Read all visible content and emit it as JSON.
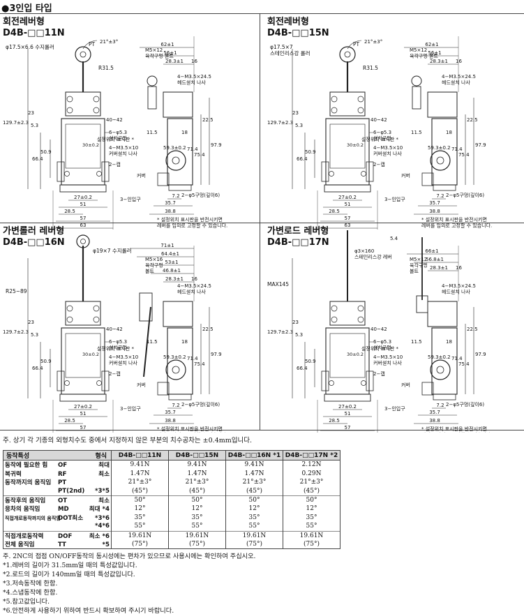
{
  "section_title": "●3인입 타입",
  "quadrants": [
    {
      "title": "회전레버형",
      "model": "D4B-□□11N",
      "roller": "φ17.5×6.6 수지롤러",
      "pt": "PT",
      "angle": "21°±3°",
      "screw_head": "M5×12\n육각구멍 볼트",
      "r": "R31.5",
      "indicator": "설정위치 표시판 *"
    },
    {
      "title": "회전레버형",
      "model": "D4B-□□15N",
      "roller": "φ17.5×7\n스테인리스강 롤러",
      "pt": "PT",
      "angle": "21°±3°",
      "screw_head": "M5×12\n육각구멍 볼트",
      "r": "R31.5",
      "indicator": "설정위치 표시판 *"
    },
    {
      "title": "가변롤러 레버형",
      "model": "D4B-□□16N",
      "roller": "φ19×7 수지롤러",
      "r": "R25~89",
      "screw_head": "M5×16\n육각구멍\n볼트",
      "indicator": "설정위치 표시판 *"
    },
    {
      "title": "가변로드 레버형",
      "model": "D4B-□□17N",
      "roller": "φ3×160\n스테인리스강 레버",
      "r": "MAX145",
      "screw_head": "M5×12\n육각구멍\n볼트",
      "indicator": "설정위치 표시판 *"
    }
  ],
  "common_dims": {
    "d63": "63",
    "d57": "57",
    "d28_5": "28.5",
    "d51": "51",
    "d27": "27±0.2",
    "d30": "30±0.2",
    "d23": "23",
    "d5_3": "5.3",
    "d50_9": "50.9",
    "d66_4": "66.4",
    "d40_42": "40~42",
    "d6_holes": "6−φ5.3\n설치구멍",
    "d4_m35": "4−M3.5×10\n커버설치 나사",
    "d2_cap": "2−캡",
    "d129": "129.7±2.3",
    "side_62": "62±1",
    "side_56": "56±1",
    "side_28": "28.3±1",
    "side_16": "16",
    "side_4m": "4−M3.5×24.5\n헤드설치 나사",
    "side_11_5": "11.5",
    "side_22_5": "22.5",
    "side_97_9": "97.9",
    "side_75_4": "75.4",
    "side_71_4": "71.4",
    "side_59_3": "59.3±0.2",
    "side_18": "18",
    "side_cover": "커버",
    "side_3": "3−인입구",
    "side_2phi": "2−φ5구멍(깊이6)",
    "side_7_2": "7.2",
    "side_35_7": "35.7",
    "side_38_8": "38.8",
    "side_71": "71±1",
    "side_64_4": "64.4±1",
    "side_53": "53±1",
    "side_46_8": "46.8±1",
    "side_66": "66±1",
    "side_56_8": "56.8±1",
    "side_5_4": "5.4"
  },
  "side_note": "* 설정위치 표시판을 반전시키면\n레버를 임의로 고정할 수 있습니다.",
  "tolerance_note": "주.  상기 각 기종의 외형치수도 중에서 지정하지 않은 부분의 치수공차는 ±0.4mm입니다.",
  "spec_table": {
    "header": [
      "동작특성",
      "형식",
      "D4B-□□11N",
      "D4B-□□15N",
      "D4B-□□16N *1",
      "D4B-□□17N *2"
    ],
    "rows": [
      {
        "c1": "동작에 필요한 힘",
        "c2": "OF",
        "c3": "최대",
        "vals": [
          "9.41N",
          "9.41N",
          "9.41N",
          "2.12N"
        ]
      },
      {
        "c1": "복귀력",
        "c2": "RF",
        "c3": "최소",
        "vals": [
          "1.47N",
          "1.47N",
          "1.47N",
          "0.29N"
        ]
      },
      {
        "c1": "동작까지의 움직임",
        "c2": "PT",
        "c3": "",
        "vals": [
          "21°±3°",
          "21°±3°",
          "21°±3°",
          "21°±3°"
        ]
      },
      {
        "c1": "",
        "c2": "PT(2nd)",
        "c3": "*3*5",
        "vals": [
          "(45°)",
          "(45°)",
          "(45°)",
          "(45°)"
        ]
      },
      {
        "c1": "동작후의 움직임",
        "c2": "OT",
        "c3": "최소",
        "vals": [
          "50°",
          "50°",
          "50°",
          "50°"
        ]
      },
      {
        "c1": "응차의 움직임",
        "c2": "MD",
        "c3": "최대 *4",
        "vals": [
          "12°",
          "12°",
          "12°",
          "12°"
        ]
      },
      {
        "c1": "직접개로동작까지의 움직임",
        "c2": "DOT최소",
        "c3": "*3*6",
        "vals": [
          "35°",
          "35°",
          "35°",
          "35°"
        ]
      },
      {
        "c1": "",
        "c2": "",
        "c3": "*4*6",
        "vals": [
          "55°",
          "55°",
          "55°",
          "55°"
        ]
      },
      {
        "c1": "직접개로동작력",
        "c2": "DOF",
        "c3": "최소 *6",
        "vals": [
          "19.61N",
          "19.61N",
          "19.61N",
          "19.61N"
        ]
      },
      {
        "c1": "전체 움직임",
        "c2": "TT",
        "c3": "*5",
        "vals": [
          "(75°)",
          "(75°)",
          "(75°)",
          "(75°)"
        ]
      }
    ]
  },
  "footnotes": [
    "주.  2NC의 접점 ON/OFF동작의 동시성에는 편차가 있으므로 사용시에는 확인하여 주십시오.",
    "*1.레버의 길이가 31.5mm일 때의 특성값입니다.",
    "*2.로드의 길이가 140mm일 때의 특성값입니다.",
    "*3.저속동작에 한함.",
    "*4.스냅동작에 한함.",
    "*5.참고값입니다.",
    "*6.안전하게 사용하기 위하여 반드시 확보하여 주시기 바랍니다."
  ]
}
